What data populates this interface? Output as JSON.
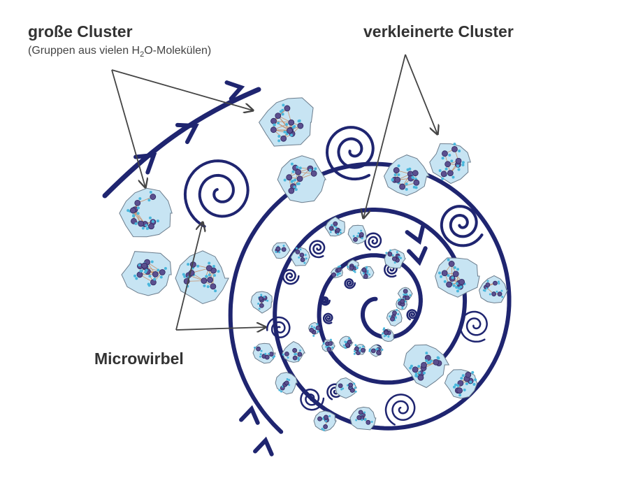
{
  "labels": {
    "large_clusters_title": "große Cluster",
    "large_clusters_sub_prefix": "(Gruppen aus vielen H",
    "large_clusters_sub_subscript": "2",
    "large_clusters_sub_suffix": "O-Molekülen)",
    "small_clusters_title": "verkleinerte Cluster",
    "microvortex_title": "Microwirbel"
  },
  "colors": {
    "vortex": "#1f2570",
    "cluster_fill": "#c7e4f3",
    "cluster_stroke": "#6b7c8c",
    "molecule": "#5b4f8e",
    "hydrogen": "#49b6dc",
    "bond": "#c8906a",
    "pointer": "#444444"
  }
}
